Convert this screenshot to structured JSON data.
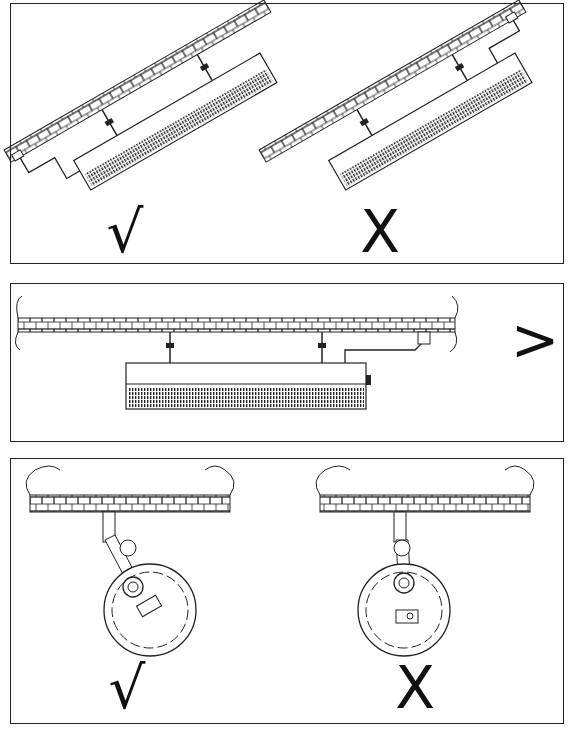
{
  "diagram": {
    "labels": [
      "√",
      "X",
      ">",
      "√",
      "X"
    ]
  }
}
